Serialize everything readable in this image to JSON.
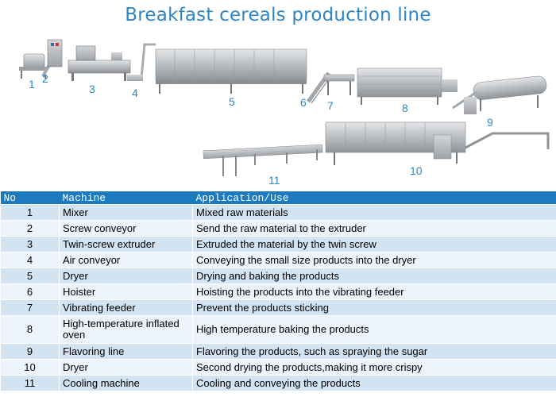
{
  "title": "Breakfast cereals production line",
  "illustration": {
    "labels": [
      "1",
      "2",
      "3",
      "4",
      "5",
      "6",
      "7",
      "8",
      "9",
      "10",
      "11"
    ]
  },
  "table": {
    "headers": [
      "No",
      "Machine",
      "Application/Use"
    ],
    "rows": [
      {
        "no": "1",
        "machine": "Mixer",
        "use": "Mixed raw materials"
      },
      {
        "no": "2",
        "machine": "Screw conveyor",
        "use": "Send the raw material to the extruder"
      },
      {
        "no": "3",
        "machine": "Twin-screw extruder",
        "use": "Extruded the material by the twin screw"
      },
      {
        "no": "4",
        "machine": "Air conveyor",
        "use": "Conveying the small size products into the dryer"
      },
      {
        "no": "5",
        "machine": "Dryer",
        "use": "Drying and baking the products"
      },
      {
        "no": "6",
        "machine": "Hoister",
        "use": "Hoisting the products into the vibrating feeder"
      },
      {
        "no": "7",
        "machine": "Vibrating feeder",
        "use": "Prevent the products sticking"
      },
      {
        "no": "8",
        "machine": "High-temperature inflated oven",
        "use": "High temperature baking the products"
      },
      {
        "no": "9",
        "machine": "Flavoring line",
        "use": "Flavoring the products, such as spraying the sugar"
      },
      {
        "no": "10",
        "machine": "Dryer",
        "use": "Second drying the products,making it more crispy"
      },
      {
        "no": "11",
        "machine": "Cooling machine",
        "use": "Cooling and conveying the products"
      }
    ]
  },
  "colors": {
    "title": "#2f86c6",
    "header_bg": "#1d7abf",
    "row_odd": "#d2e3f2",
    "row_even": "#ecf3fa"
  }
}
